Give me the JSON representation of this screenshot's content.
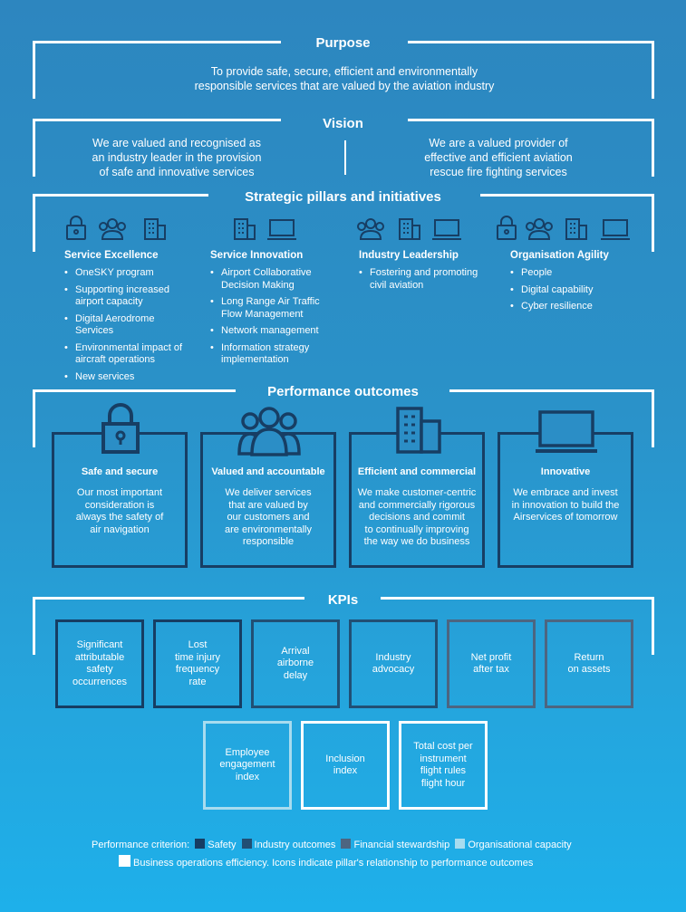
{
  "purpose": {
    "title": "Purpose",
    "text_line1": "To provide safe, secure, efficient and environmentally",
    "text_line2": "responsible services that are valued by the aviation industry"
  },
  "vision": {
    "title": "Vision",
    "left_line1": "We are valued and recognised as",
    "left_line2": "an industry leader in the provision",
    "left_line3": "of safe and innovative services",
    "right_line1": "We are a valued provider of",
    "right_line2": "effective and efficient aviation",
    "right_line3": "rescue fire fighting services"
  },
  "pillars": {
    "title": "Strategic pillars and initiatives",
    "items": [
      {
        "name": "Service Excellence",
        "icons": [
          "lock-icon",
          "people-icon",
          "building-icon"
        ],
        "bullets": [
          "OneSKY program",
          "Supporting increased airport capacity",
          "Digital Aerodrome Services",
          "Environmental impact of aircraft operations",
          "New services"
        ]
      },
      {
        "name": "Service Innovation",
        "icons": [
          "building-icon",
          "laptop-icon"
        ],
        "bullets": [
          "Airport Collaborative Decision Making",
          "Long Range Air Traffic Flow Management",
          "Network management",
          "Information strategy implementation"
        ]
      },
      {
        "name": "Industry Leadership",
        "icons": [
          "people-icon",
          "building-icon",
          "laptop-icon"
        ],
        "bullets": [
          "Fostering and promoting civil aviation"
        ]
      },
      {
        "name": "Organisation Agility",
        "icons": [
          "lock-icon",
          "people-icon",
          "building-icon",
          "laptop-icon"
        ],
        "bullets": [
          "People",
          "Digital capability",
          "Cyber resilience"
        ]
      }
    ]
  },
  "outcomes": {
    "title": "Performance outcomes",
    "items": [
      {
        "icon": "lock-icon",
        "title": "Safe and secure",
        "desc": [
          "Our most important",
          "consideration is",
          "always the safety of",
          "air navigation"
        ]
      },
      {
        "icon": "people-icon",
        "title": "Valued and accountable",
        "desc": [
          "We deliver services",
          "that are valued by",
          "our customers and",
          "are environmentally",
          "responsible"
        ]
      },
      {
        "icon": "building-icon",
        "title": "Efficient and commercial",
        "desc": [
          "We make customer-centric",
          "and commercially rigorous",
          "decisions and commit",
          "to continually improving",
          "the way we do business"
        ]
      },
      {
        "icon": "laptop-icon",
        "title": "Innovative",
        "desc": [
          "We embrace and invest",
          "in innovation to build the",
          "Airservices of tomorrow"
        ]
      }
    ]
  },
  "kpis": {
    "title": "KPIs",
    "row1": [
      {
        "lines": [
          "Significant",
          "attributable",
          "safety",
          "occurrences"
        ]
      },
      {
        "lines": [
          "Lost",
          "time injury",
          "frequency",
          "rate"
        ]
      },
      {
        "lines": [
          "Arrival",
          "airborne",
          "delay"
        ]
      },
      {
        "lines": [
          "Industry",
          "advocacy"
        ]
      },
      {
        "lines": [
          "Net profit",
          "after tax"
        ]
      },
      {
        "lines": [
          "Return",
          "on assets"
        ]
      }
    ],
    "row2": [
      {
        "lines": [
          "Employee",
          "engagement",
          "index"
        ]
      },
      {
        "lines": [
          "Inclusion",
          "index"
        ]
      },
      {
        "lines": [
          "Total cost per",
          "instrument",
          "flight rules",
          "flight hour"
        ]
      }
    ]
  },
  "legend": {
    "label": "Performance criterion:",
    "safety": "Safety",
    "industry": "Industry outcomes",
    "financial": "Financial stewardship",
    "organisational": "Organisational capacity",
    "business": "Business operations efficiency.",
    "note": "Icons indicate pillar's relationship to performance outcomes"
  },
  "colors": {
    "safety": "#163d63",
    "industry": "#214f74",
    "financial": "#4d6580",
    "organisational": "#a8dcef",
    "business": "#ffffff"
  }
}
